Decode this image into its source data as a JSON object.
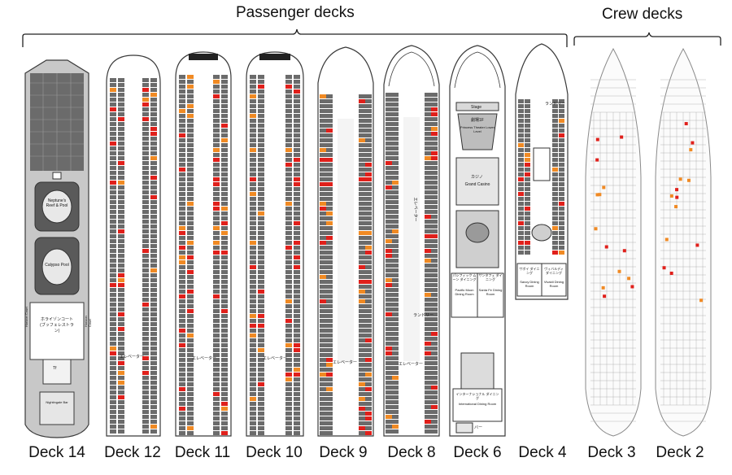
{
  "groups": {
    "passenger": "Passenger decks",
    "crew": "Crew decks"
  },
  "colors": {
    "hull_outline": "#3a3a3a",
    "cabin_dark": "#6b6b6b",
    "cabin_light": "#d9d9d9",
    "marker_red": "#e0201b",
    "marker_orange": "#f08a24",
    "crew_line": "#9a9a9a"
  },
  "decks": [
    {
      "id": "deck14",
      "label": "Deck 14",
      "type": "passenger",
      "style": "open-top",
      "texts": [
        "Neptune's Reef & Pool",
        "Calypso Pool",
        "Horizon Court",
        "ホライゾンコート (ブッフェレストラン)",
        "Horizon Court",
        "Tf",
        "Nightingale Bar"
      ]
    },
    {
      "id": "deck12",
      "label": "Deck 12",
      "type": "passenger",
      "style": "cabins",
      "texts": [
        "エレベーター"
      ]
    },
    {
      "id": "deck11",
      "label": "Deck 11",
      "type": "passenger",
      "style": "cabins",
      "texts": [
        "エレベーター"
      ]
    },
    {
      "id": "deck10",
      "label": "Deck 10",
      "type": "passenger",
      "style": "cabins",
      "texts": [
        "エレベーター"
      ]
    },
    {
      "id": "deck9",
      "label": "Deck 9",
      "type": "passenger",
      "style": "pointed",
      "texts": [
        "エレベーター"
      ]
    },
    {
      "id": "deck8",
      "label": "Deck 8",
      "type": "passenger",
      "style": "pointed",
      "texts": [
        "エレベーター",
        "ランドリー",
        "エレベーター"
      ]
    },
    {
      "id": "deck6",
      "label": "Deck 6",
      "type": "passenger",
      "style": "venues",
      "texts": [
        "Stage",
        "劇場1F",
        "Princess Theater Lower Level",
        "カジノ",
        "Grand Casino",
        "パシフィック ムーン ダイニング",
        "Pacific Moon Dining Room",
        "サンタフェ ダイニング",
        "Santa Fe Dining Room",
        "インターナショナル ダイニング",
        "International Dining Room",
        "バー"
      ]
    },
    {
      "id": "deck4",
      "label": "Deck 4",
      "type": "passenger",
      "style": "venues-short",
      "texts": [
        "ランドリー",
        "サボイ ダイニング",
        "Savoy Dining Room",
        "ヴィバルディ ダイニング",
        "Vivaldi Dining Room"
      ]
    },
    {
      "id": "deck3",
      "label": "Deck 3",
      "type": "crew",
      "style": "crew",
      "texts": []
    },
    {
      "id": "deck2",
      "label": "Deck 2",
      "type": "crew",
      "style": "crew",
      "texts": []
    }
  ]
}
